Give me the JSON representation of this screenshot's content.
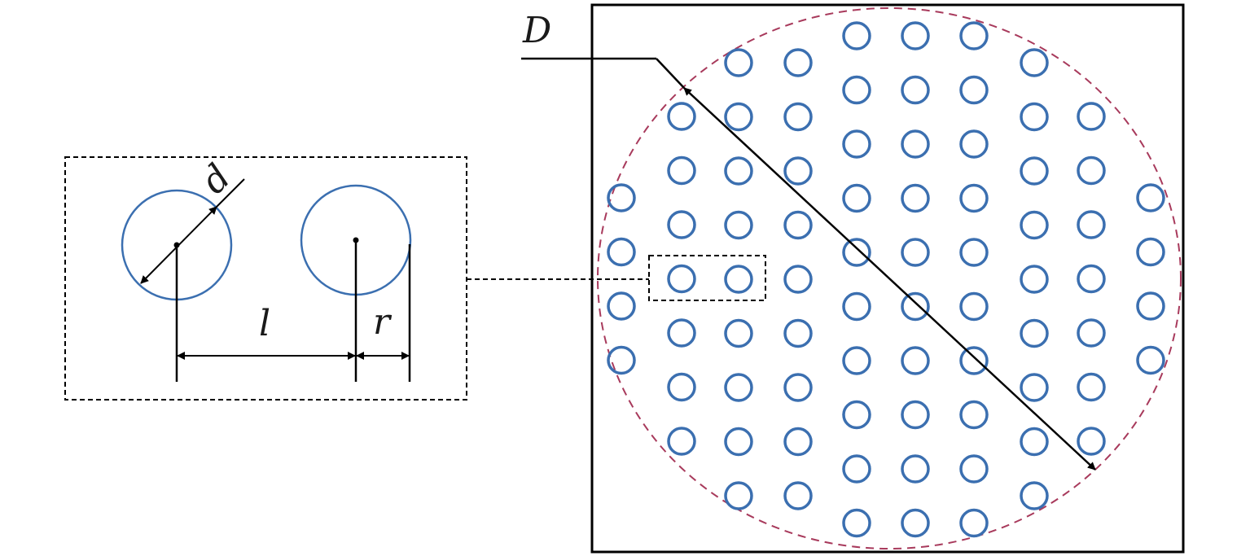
{
  "labels": {
    "D": "D",
    "d": "d",
    "l": "l",
    "r": "r"
  },
  "colors": {
    "hole_stroke": "#3b6fb0",
    "boundary_stroke": "#a83a5c",
    "line": "#000000",
    "background": "#ffffff"
  },
  "hole_array": {
    "columns": [
      {
        "holes": 4
      },
      {
        "holes": 7
      },
      {
        "holes": 9
      },
      {
        "holes": 9
      },
      {
        "holes": 10
      },
      {
        "holes": 10
      },
      {
        "holes": 10
      },
      {
        "holes": 9
      },
      {
        "holes": 7
      },
      {
        "holes": 4
      }
    ],
    "total_holes": 79
  }
}
